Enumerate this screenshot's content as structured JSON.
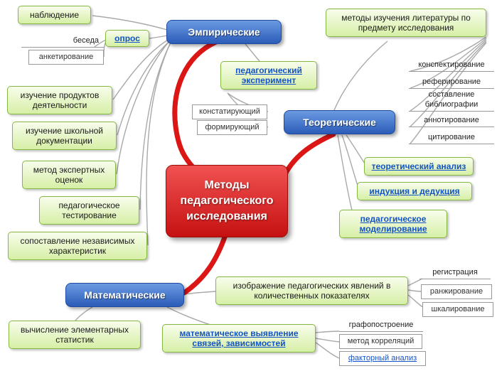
{
  "title": "Методы педагогического исследования",
  "center": {
    "line1": "Методы",
    "line2": "педагогического",
    "line3": "исследования"
  },
  "categories": {
    "empirical": "Эмпирические",
    "theoretical": "Теоретические",
    "mathematical": "Математические"
  },
  "empirical": {
    "nablyudenie": "наблюдение",
    "beseda": "беседа",
    "opros": "опрос",
    "anketirovanie": "анкетирование",
    "produkty": "изучение продуктов деятельности",
    "dokumentacia": "изучение школьной документации",
    "expert": "метод экспертных оценок",
    "testirovanie": "педагогическое тестирование",
    "sopostavlenie": "сопоставление независимых характеристик",
    "experiment": "педагогический эксперимент",
    "konstatiruyushchiy": "констатирующий",
    "formiruyushchiy": "формирующий"
  },
  "theoretical": {
    "literatura": "методы изучения литературы по предмету исследования",
    "konspektirovanie": "конспектирование",
    "referirovanie": "реферирование",
    "bibliografia": "составление библиографии",
    "annotirovanie": "аннотирование",
    "citirovanie": "цитирование",
    "analiz": "теоретический анализ",
    "indukcia": "индукция и дедукция",
    "modelirovanie": "педагогическое моделирование"
  },
  "mathematical": {
    "izobrazhenie": "изображение педагогических явлений в количественных показателях",
    "registracia": "регистрация",
    "ranzhirovanie": "ранжирование",
    "shkalirovanie": "шкалирование",
    "vychislenie": "вычисление элементарных статистик",
    "vyyavlenie": "математическое выявление связей, зависимостей",
    "grafopostroenie": "графопостроение",
    "korrelyacii": "метод корреляций",
    "faktorny": "факторный анализ"
  },
  "colors": {
    "center_red": "#c61111",
    "category_blue": "#2b5cb8",
    "leaf_green_border": "#85b840",
    "link_blue": "#1353c8",
    "connector_gray": "#a9a9a9"
  }
}
